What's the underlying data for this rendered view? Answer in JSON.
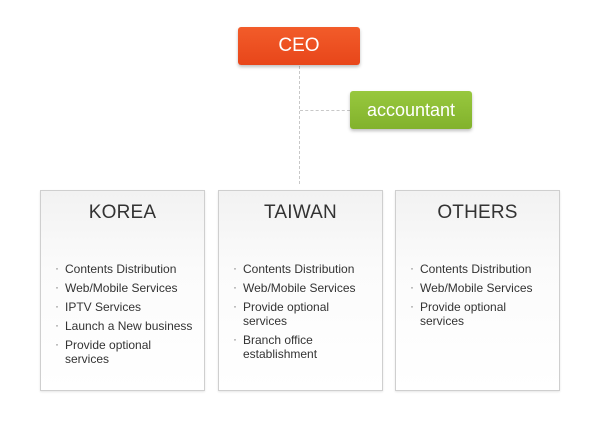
{
  "ceo": {
    "label": "CEO",
    "color": "#ee5222"
  },
  "accountant": {
    "label": "accountant",
    "color": "#8fbe38"
  },
  "regions": [
    {
      "title": "KOREA",
      "items": [
        "Contents  Distribution",
        "Web/Mobile Services",
        "IPTV Services",
        "Launch a New business",
        "Provide optional services"
      ]
    },
    {
      "title": "TAIWAN",
      "items": [
        "Contents  Distribution",
        "Web/Mobile Services",
        "Provide optional services",
        "Branch office establishment"
      ]
    },
    {
      "title": "OTHERS",
      "items": [
        "Contents  Distribution",
        "Web/Mobile Services",
        "Provide optional services"
      ]
    }
  ]
}
